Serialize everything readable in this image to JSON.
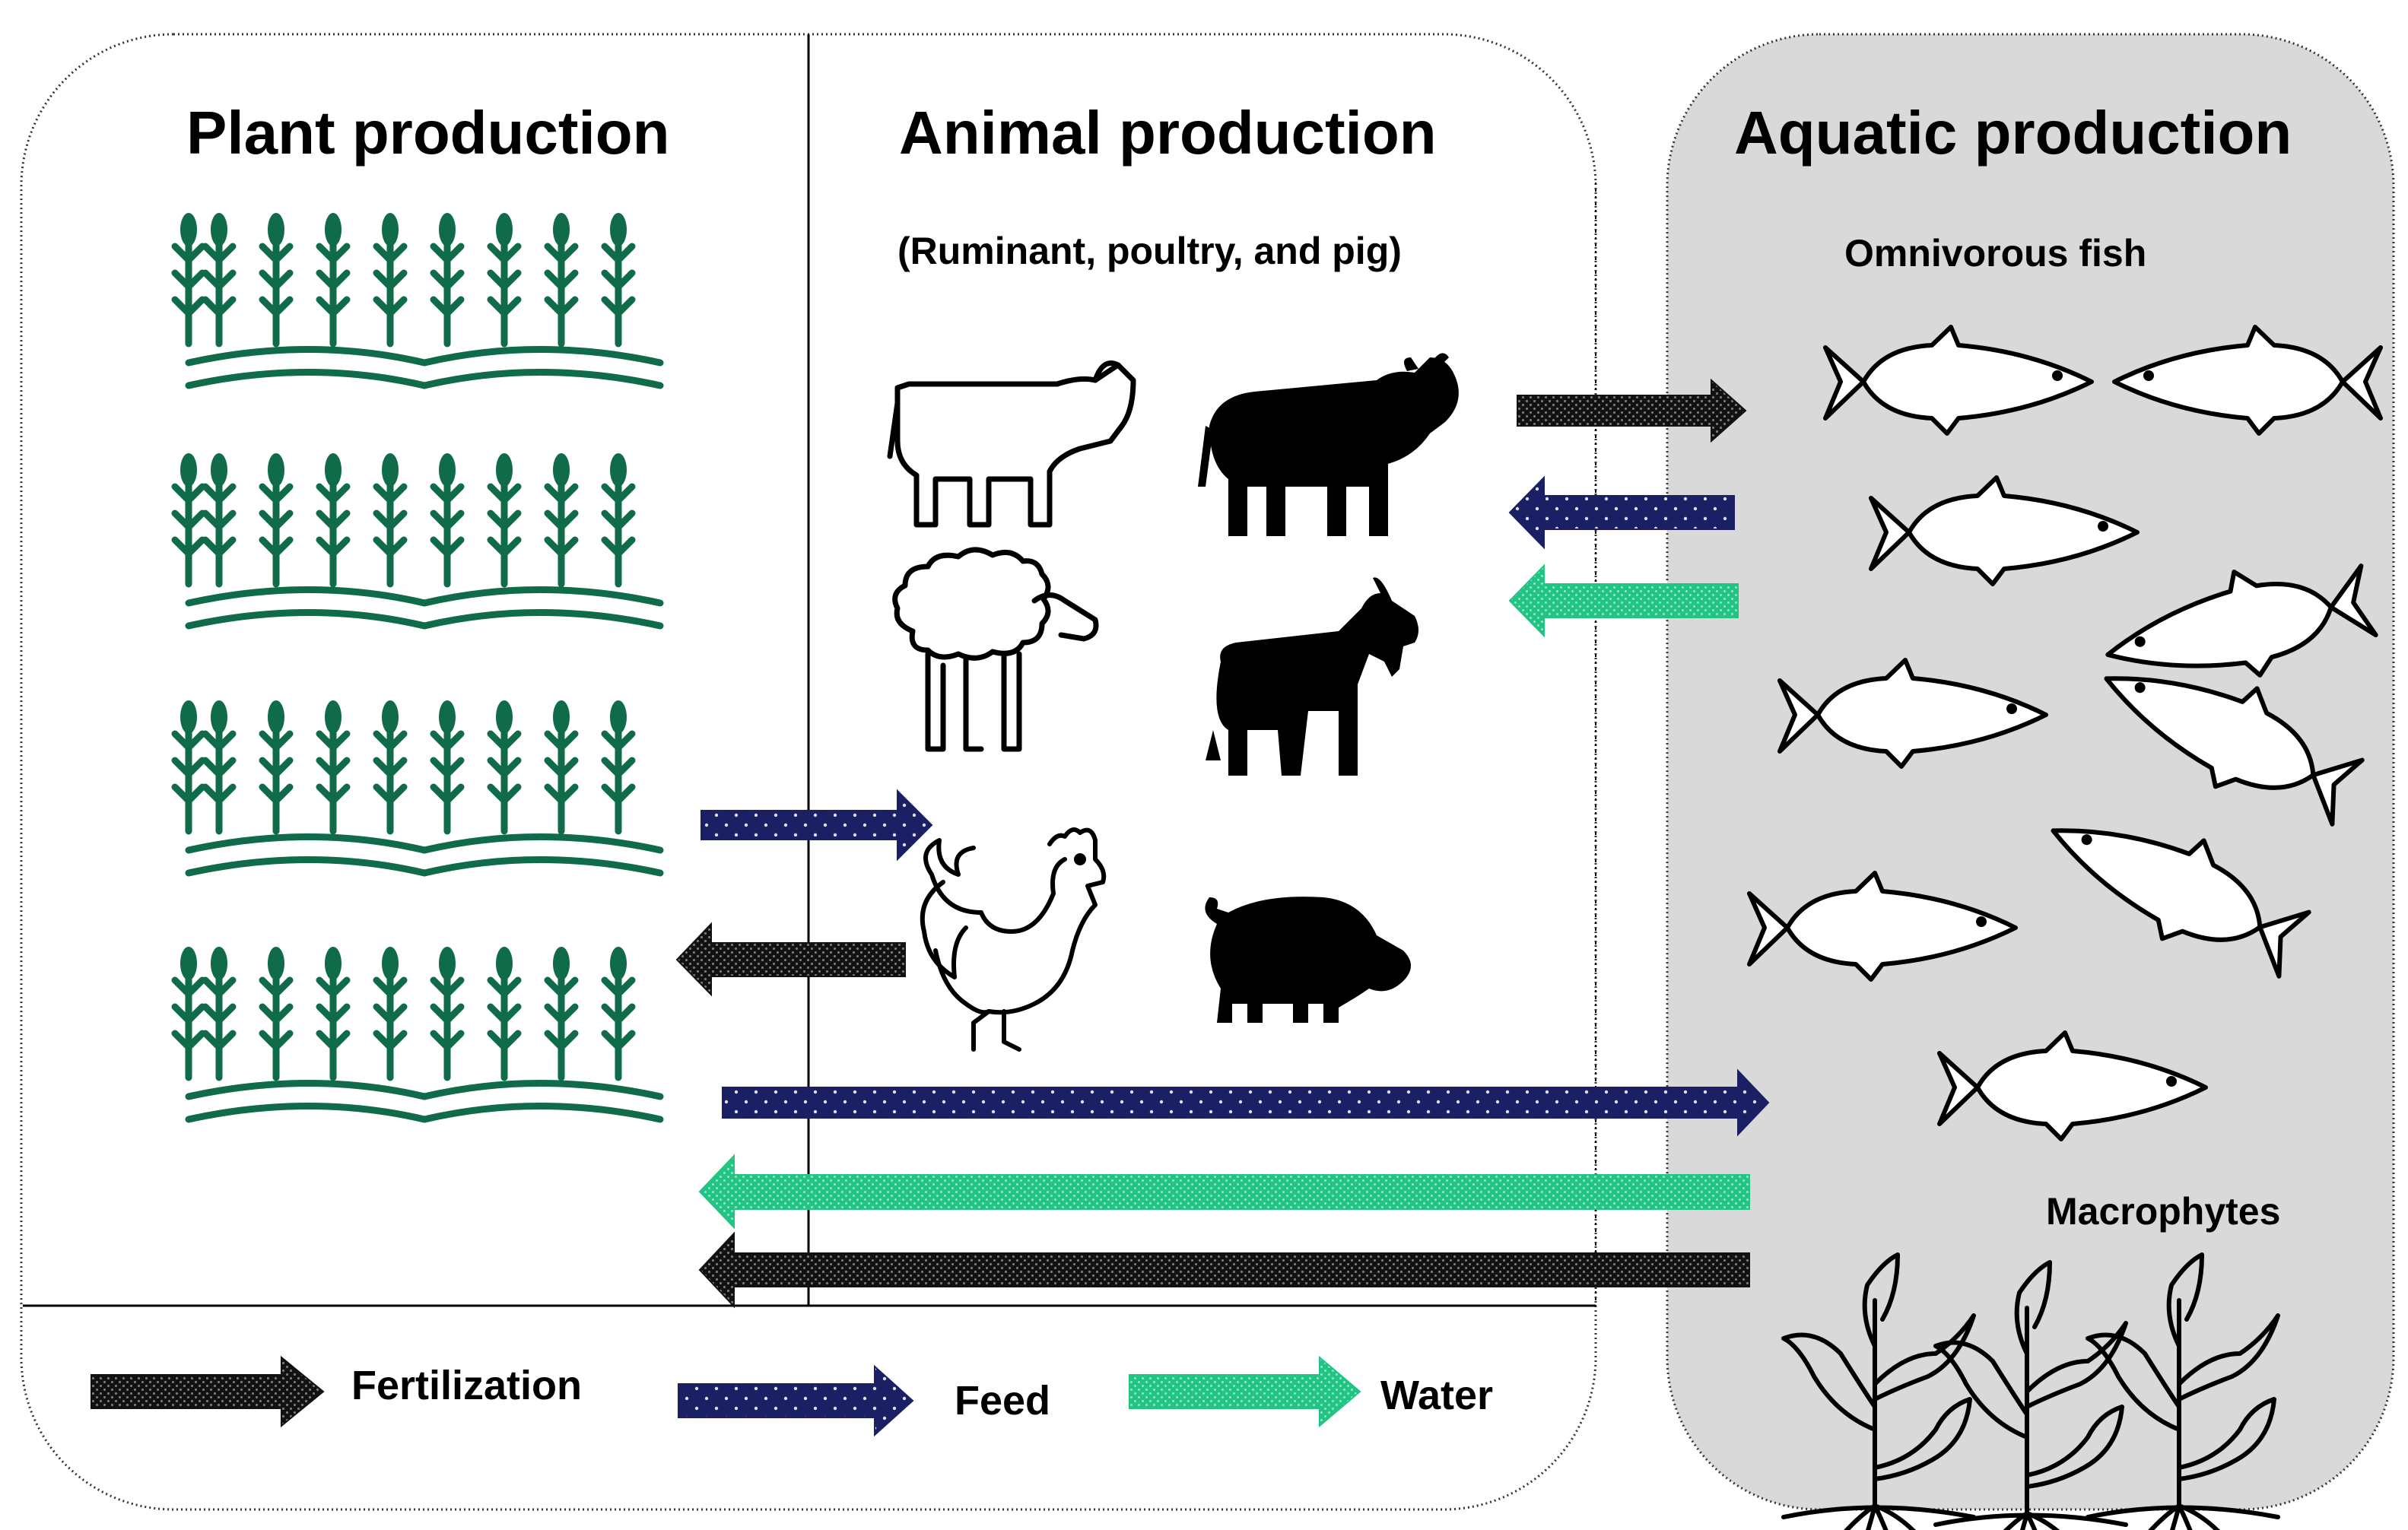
{
  "sections": {
    "plant": {
      "title": "Plant production"
    },
    "animal": {
      "title": "Animal production",
      "subtitle": "(Ruminant, poultry, and pig)"
    },
    "aquatic": {
      "title": "Aquatic production",
      "fish_label": "Omnivorous fish",
      "plants_label": "Macrophytes"
    }
  },
  "legend": {
    "fertilization": "Fertilization",
    "feed": "Feed",
    "water": "Water"
  },
  "colors": {
    "fertilization": "#111111",
    "feed": "#1b1f63",
    "water": "#22c483",
    "crop": "#0f6b48",
    "aquatic_bg": "#d9d9d9"
  },
  "icons": {
    "crops": "wheat-field-icon",
    "animals": [
      "cow-icon",
      "bull-icon",
      "sheep-icon",
      "goat-icon",
      "rooster-icon",
      "pig-icon"
    ],
    "fish": "fish-icon",
    "macrophytes": "aquatic-plant-icon"
  }
}
